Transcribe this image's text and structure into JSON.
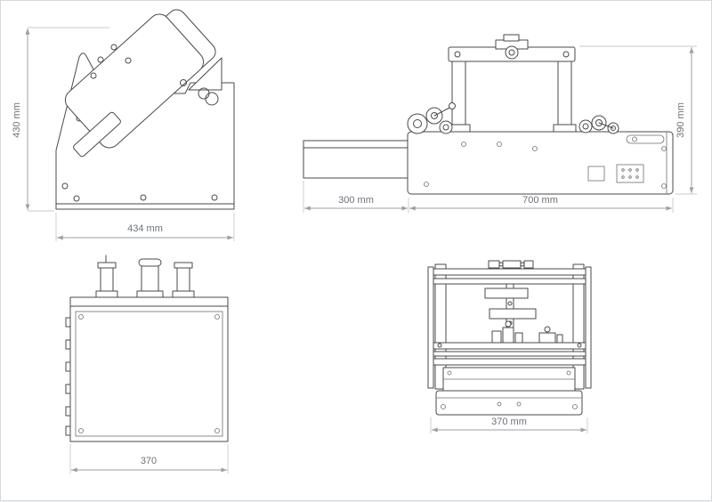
{
  "drawing": {
    "type": "technical-drawing",
    "colors": {
      "line": "#4a4a4a",
      "dimension": "#9aa0a6",
      "label_text": "#6d7278",
      "background": "#ffffff"
    }
  },
  "views": {
    "side": {
      "height_dim": "430 mm",
      "width_dim": "434 mm"
    },
    "profile": {
      "left_dim": "300 mm",
      "right_dim": "700 mm",
      "height_dim": "390 mm"
    },
    "front": {
      "width_dim": "370"
    },
    "rear": {
      "width_dim": "370 mm"
    }
  }
}
